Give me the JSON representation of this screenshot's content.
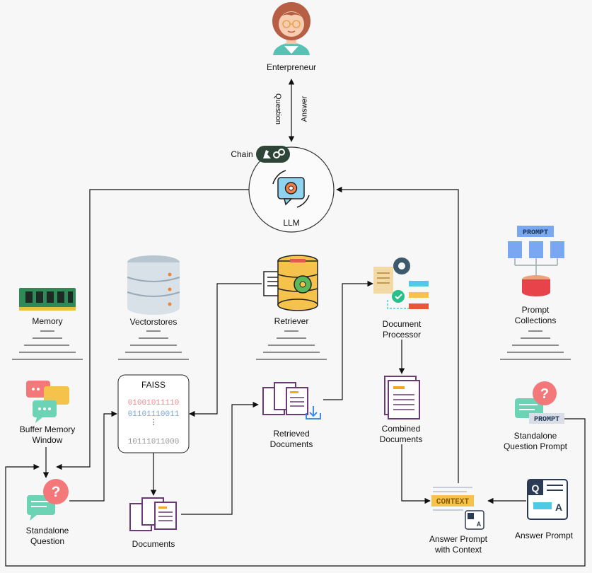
{
  "nodes": {
    "entrepreneur": {
      "label": "Enterpreneur",
      "icon": "person-avatar-icon"
    },
    "chain": {
      "label": "Chain",
      "icon": "langchain-parrot-link-icon"
    },
    "llm": {
      "label": "LLM",
      "icon": "gear-chat-bubble-icon"
    },
    "memory": {
      "label": "Memory",
      "icon": "ram-memory-stick-icon"
    },
    "vectorstores": {
      "label": "Vectorstores",
      "icon": "database-server-icon"
    },
    "retriever": {
      "label": "Retriever",
      "icon": "database-gear-icon"
    },
    "document_processor": {
      "label_line1": "Document",
      "label_line2": "Processor",
      "icon": "document-gear-workflow-icon"
    },
    "prompt_collections": {
      "label_line1": "Prompt",
      "label_line2": "Collections",
      "icon": "prompt-tree-database-icon",
      "badge": "PROMPT"
    },
    "buffer_memory_window": {
      "label_line1": "Buffer Memory",
      "label_line2": "Window",
      "icon": "chat-bubbles-icon"
    },
    "faiss": {
      "label": "FAISS",
      "icon": "binary-vector-index-icon"
    },
    "retrieved_documents": {
      "label_line1": "Retrieved",
      "label_line2": "Documents",
      "icon": "documents-download-icon"
    },
    "combined_documents": {
      "label_line1": "Combined",
      "label_line2": "Documents",
      "icon": "document-stack-icon"
    },
    "standalone_question_prompt": {
      "label_line1": "Standalone",
      "label_line2": "Question Prompt",
      "icon": "question-prompt-icon",
      "badge": "PROMPT"
    },
    "standalone_question": {
      "label_line1": "Standalone",
      "label_line2": "Question",
      "icon": "question-bubble-icon"
    },
    "documents": {
      "label": "Documents",
      "icon": "documents-stack-icon"
    },
    "answer_prompt_with_context": {
      "label_line1": "Answer Prompt",
      "label_line2": "with Context",
      "icon": "context-qa-icon",
      "badge": "CONTEXT"
    },
    "answer_prompt": {
      "label": "Answer Prompt",
      "icon": "qa-document-icon"
    }
  },
  "edge_labels": {
    "question": "Question",
    "answer": "Answer"
  },
  "colors": {
    "line": "#111111",
    "background": "#f7f7f7",
    "chain_badge": "#2d4538",
    "db_gold": "#f5c24c",
    "bubble_red": "#f4777a",
    "bubble_green": "#6cd3b4",
    "prompt_blue": "#7aa7f2"
  }
}
